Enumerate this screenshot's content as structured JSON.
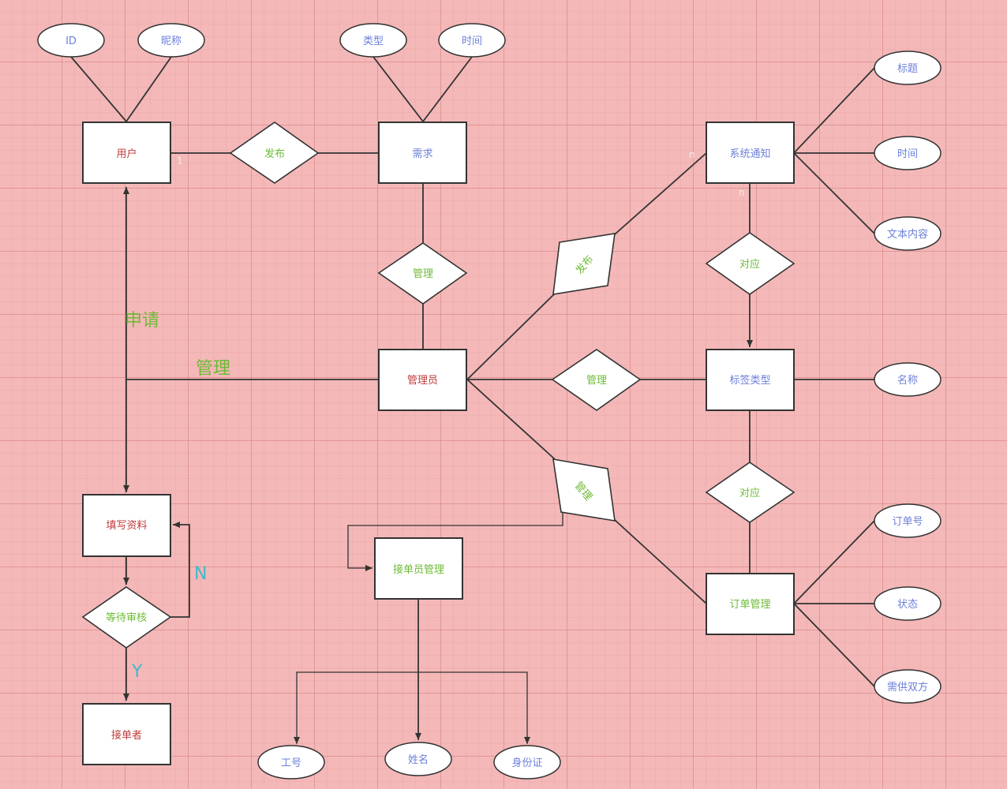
{
  "entities": {
    "user": "用户",
    "demand": "需求",
    "admin": "管理员",
    "notice": "系统通知",
    "tagtype": "标签类型",
    "order": "订单管理",
    "fill": "填写资料",
    "taker": "接单者",
    "takermgr": "接单员管理"
  },
  "relations": {
    "publish1": "发布",
    "manage_demand": "管理",
    "publish2": "发布",
    "manage_tag": "管理",
    "manage_taker": "管理",
    "corr1": "对应",
    "corr2": "对应",
    "wait": "等待审核"
  },
  "attributes": {
    "user_id": "ID",
    "user_nick": "昵称",
    "demand_type": "类型",
    "demand_time": "时间",
    "notice_title": "标题",
    "notice_time": "时间",
    "notice_text": "文本内容",
    "tag_name": "名称",
    "order_no": "订单号",
    "order_status": "状态",
    "order_parties": "需供双方",
    "taker_no": "工号",
    "taker_name": "姓名",
    "taker_idcard": "身份证"
  },
  "labels": {
    "apply": "申请",
    "manage": "管理",
    "no": "N",
    "yes": "Y"
  },
  "cardinality": {
    "user_publish": "1",
    "notice_publish": "n",
    "notice_corr": "n"
  },
  "colors": {
    "background": "#f4b8b8",
    "entity_text": "#c03a3a",
    "relation_text": "#6dbb35",
    "attribute_text": "#6c7fd9",
    "branch_label": "#3fb9c7"
  }
}
